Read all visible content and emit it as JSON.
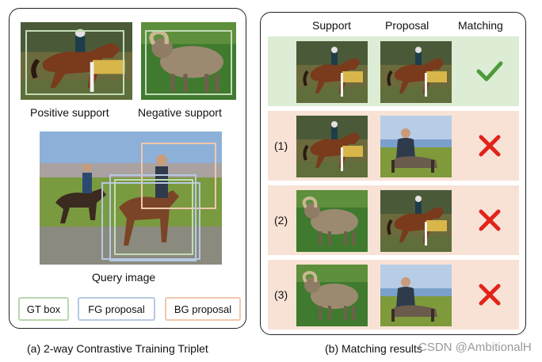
{
  "left": {
    "positive_label": "Positive support",
    "negative_label": "Negative support",
    "query_label": "Query image",
    "legend": [
      {
        "label": "GT box",
        "color": "#b9d7ad"
      },
      {
        "label": "FG proposal",
        "color": "#b7c9e2"
      },
      {
        "label": "BG proposal",
        "color": "#f0c8ad"
      }
    ],
    "caption": "(a) 2-way Contrastive Training Triplet"
  },
  "right": {
    "headers": {
      "support": "Support",
      "proposal": "Proposal",
      "matching": "Matching"
    },
    "row_colors": {
      "match": "#dcecd5",
      "mismatch": "#f8e2d6"
    },
    "rows": [
      {
        "num": "",
        "support": "horse",
        "proposal": "horse",
        "result": "check"
      },
      {
        "num": "(1)",
        "support": "horse",
        "proposal": "person",
        "result": "cross"
      },
      {
        "num": "(2)",
        "support": "sheep",
        "proposal": "horse",
        "result": "cross"
      },
      {
        "num": "(3)",
        "support": "sheep",
        "proposal": "person",
        "result": "cross"
      }
    ],
    "caption": "(b) Matching results",
    "check_color": "#4e9a3a",
    "cross_color": "#e2231a"
  },
  "watermark": "CSDN @AmbitionalH"
}
